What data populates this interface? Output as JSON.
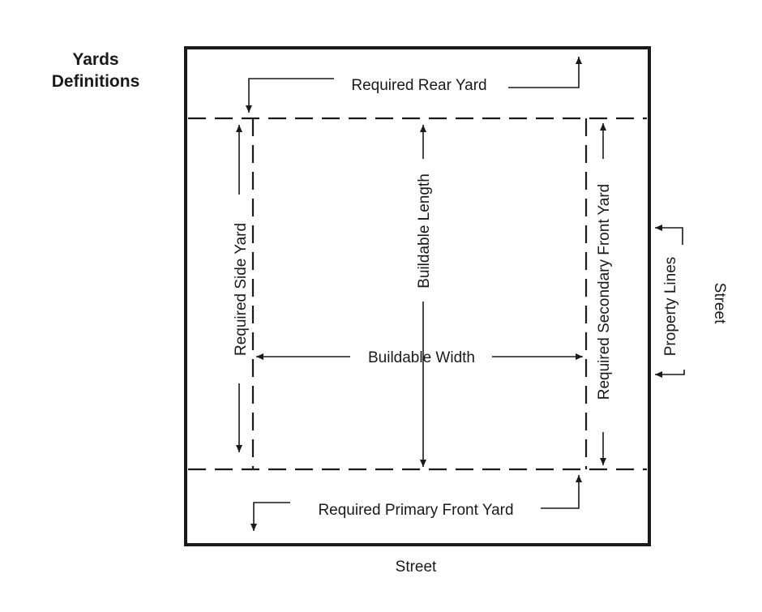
{
  "heading": {
    "line1": "Yards",
    "line2": "Definitions"
  },
  "labels": {
    "rear_yard": "Required Rear Yard",
    "side_yard": "Required Side Yard",
    "buildable_length": "Buildable Length",
    "buildable_width": "Buildable Width",
    "secondary_front_yard": "Required Secondary Front Yard",
    "primary_front_yard": "Required Primary Front Yard",
    "property_lines": "Property Lines",
    "street_right": "Street",
    "street_bottom": "Street"
  },
  "colors": {
    "ink": "#1a1a1a",
    "background": "#ffffff"
  }
}
